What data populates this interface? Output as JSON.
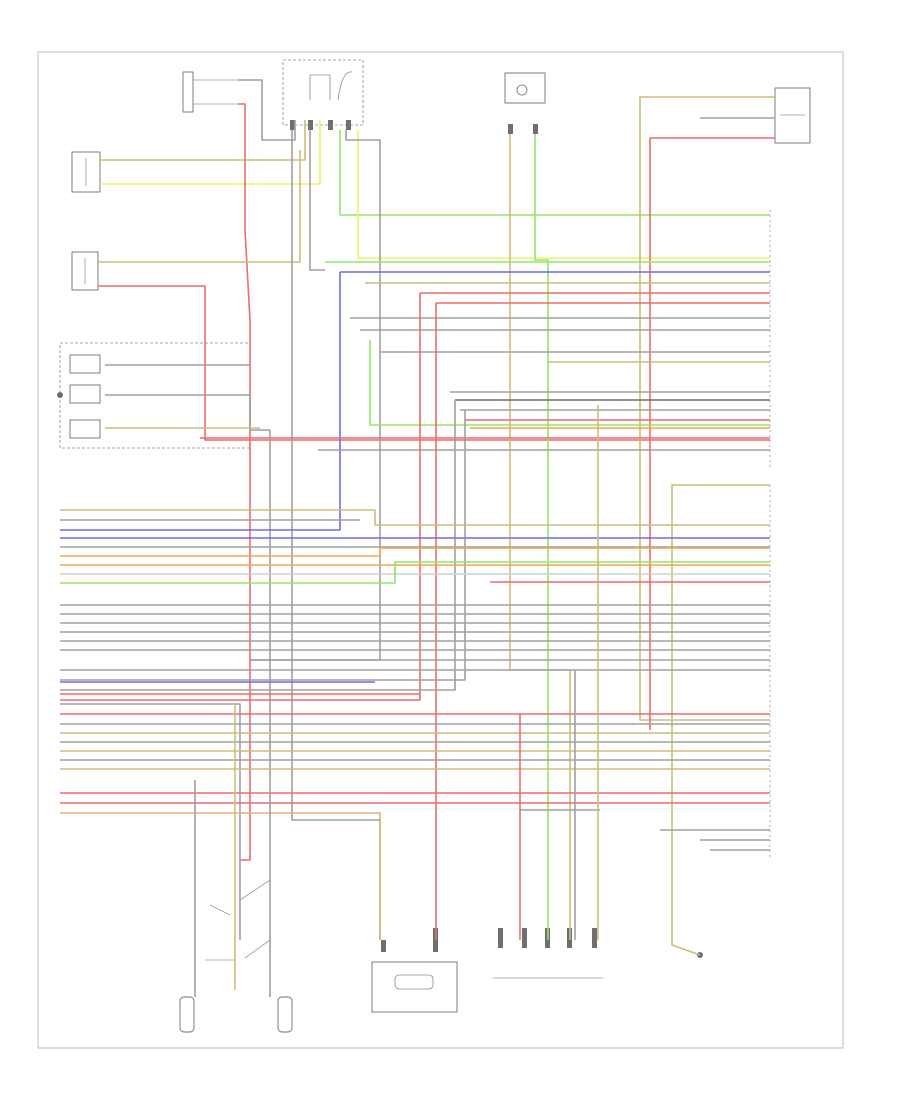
{
  "diagram": {
    "corner_code": "",
    "colors": {
      "gray": "#a0a0a0",
      "dark": "#6e6e6e",
      "yellow": "#f1f06a",
      "green": "#8ee86a",
      "blue": "#6c6cf0",
      "red": "#ef6a6a",
      "orange": "#f4a650",
      "tan": "#cdbb7a",
      "lightgray": "#cfcfcf"
    },
    "components": [
      {
        "id": "comp-top-left-switch",
        "caption": ""
      },
      {
        "id": "comp-top-center-sensor",
        "caption": ""
      },
      {
        "id": "comp-top-right-sensor",
        "caption": ""
      },
      {
        "id": "comp-left-sensor-1",
        "caption": ""
      },
      {
        "id": "comp-left-sensor-2",
        "caption": ""
      },
      {
        "id": "comp-left-solenoid",
        "caption": ""
      },
      {
        "id": "comp-right-top-solenoid",
        "caption": ""
      },
      {
        "id": "comp-bottom-left-sensor-1",
        "caption": ""
      },
      {
        "id": "comp-bottom-left-sensor-2",
        "caption": ""
      },
      {
        "id": "comp-bottom-center-module",
        "caption": ""
      },
      {
        "id": "comp-bottom-right-connector",
        "caption": ""
      },
      {
        "id": "comp-bottom-far-right-ground",
        "caption": ""
      },
      {
        "id": "comp-right-ecu",
        "caption": ""
      }
    ]
  }
}
